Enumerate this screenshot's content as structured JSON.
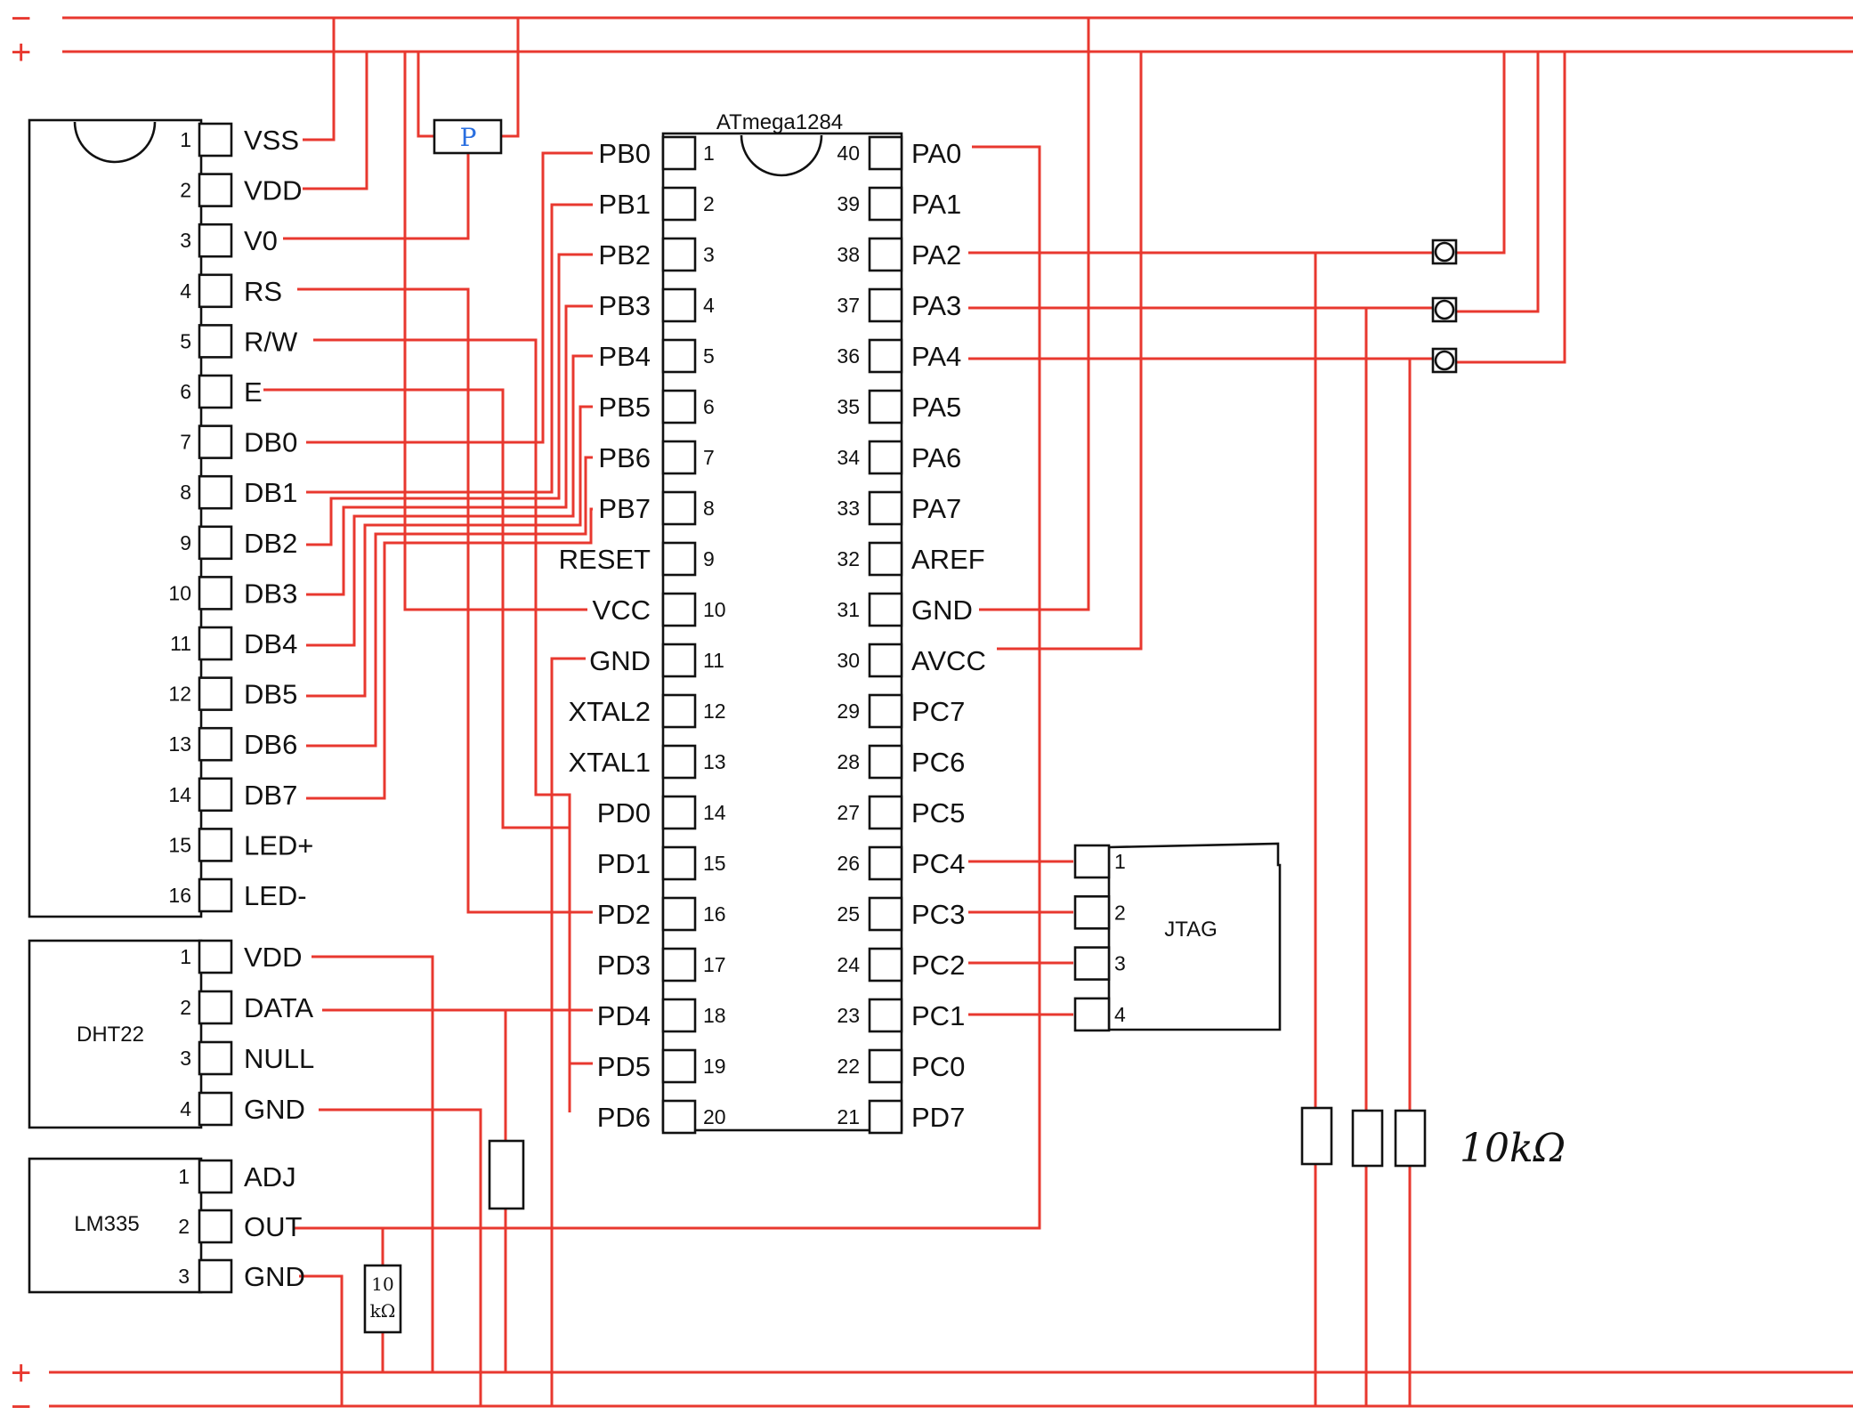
{
  "rails": {
    "top_minus": "−",
    "top_plus": "+",
    "bottom_plus": "+",
    "bottom_minus": "−"
  },
  "lcd": {
    "pins": [
      {
        "num": "1",
        "name": "VSS"
      },
      {
        "num": "2",
        "name": "VDD"
      },
      {
        "num": "3",
        "name": "V0"
      },
      {
        "num": "4",
        "name": "RS"
      },
      {
        "num": "5",
        "name": "R/W"
      },
      {
        "num": "6",
        "name": "E"
      },
      {
        "num": "7",
        "name": "DB0"
      },
      {
        "num": "8",
        "name": "DB1"
      },
      {
        "num": "9",
        "name": "DB2"
      },
      {
        "num": "10",
        "name": "DB3"
      },
      {
        "num": "11",
        "name": "DB4"
      },
      {
        "num": "12",
        "name": "DB5"
      },
      {
        "num": "13",
        "name": "DB6"
      },
      {
        "num": "14",
        "name": "DB7"
      },
      {
        "num": "15",
        "name": "LED+"
      },
      {
        "num": "16",
        "name": "LED-"
      }
    ]
  },
  "potentiometer": {
    "label": "P"
  },
  "mcu": {
    "name": "ATmega1284",
    "left_pins": [
      {
        "num": "1",
        "name": "PB0"
      },
      {
        "num": "2",
        "name": "PB1"
      },
      {
        "num": "3",
        "name": "PB2"
      },
      {
        "num": "4",
        "name": "PB3"
      },
      {
        "num": "5",
        "name": "PB4"
      },
      {
        "num": "6",
        "name": "PB5"
      },
      {
        "num": "7",
        "name": "PB6"
      },
      {
        "num": "8",
        "name": "PB7"
      },
      {
        "num": "9",
        "name": "RESET"
      },
      {
        "num": "10",
        "name": "VCC"
      },
      {
        "num": "11",
        "name": "GND"
      },
      {
        "num": "12",
        "name": "XTAL2"
      },
      {
        "num": "13",
        "name": "XTAL1"
      },
      {
        "num": "14",
        "name": "PD0"
      },
      {
        "num": "15",
        "name": "PD1"
      },
      {
        "num": "16",
        "name": "PD2"
      },
      {
        "num": "17",
        "name": "PD3"
      },
      {
        "num": "18",
        "name": "PD4"
      },
      {
        "num": "19",
        "name": "PD5"
      },
      {
        "num": "20",
        "name": "PD6"
      }
    ],
    "right_pins": [
      {
        "num": "40",
        "name": "PA0"
      },
      {
        "num": "39",
        "name": "PA1"
      },
      {
        "num": "38",
        "name": "PA2"
      },
      {
        "num": "37",
        "name": "PA3"
      },
      {
        "num": "36",
        "name": "PA4"
      },
      {
        "num": "35",
        "name": "PA5"
      },
      {
        "num": "34",
        "name": "PA6"
      },
      {
        "num": "33",
        "name": "PA7"
      },
      {
        "num": "32",
        "name": "AREF"
      },
      {
        "num": "31",
        "name": "GND"
      },
      {
        "num": "30",
        "name": "AVCC"
      },
      {
        "num": "29",
        "name": "PC7"
      },
      {
        "num": "28",
        "name": "PC6"
      },
      {
        "num": "27",
        "name": "PC5"
      },
      {
        "num": "26",
        "name": "PC4"
      },
      {
        "num": "25",
        "name": "PC3"
      },
      {
        "num": "24",
        "name": "PC2"
      },
      {
        "num": "23",
        "name": "PC1"
      },
      {
        "num": "22",
        "name": "PC0"
      },
      {
        "num": "21",
        "name": "PD7"
      }
    ]
  },
  "dht22": {
    "name": "DHT22",
    "pins": [
      {
        "num": "1",
        "name": "VDD"
      },
      {
        "num": "2",
        "name": "DATA"
      },
      {
        "num": "3",
        "name": "NULL"
      },
      {
        "num": "4",
        "name": "GND"
      }
    ]
  },
  "lm335": {
    "name": "LM335",
    "pins": [
      {
        "num": "1",
        "name": "ADJ"
      },
      {
        "num": "2",
        "name": "OUT"
      },
      {
        "num": "3",
        "name": "GND"
      }
    ]
  },
  "jtag": {
    "name": "JTAG",
    "pins": [
      {
        "num": "1"
      },
      {
        "num": "2"
      },
      {
        "num": "3"
      },
      {
        "num": "4"
      }
    ]
  },
  "annotations": {
    "small_resistor": {
      "line1": "10",
      "line2": "kΩ"
    },
    "pullups": "10kΩ"
  }
}
